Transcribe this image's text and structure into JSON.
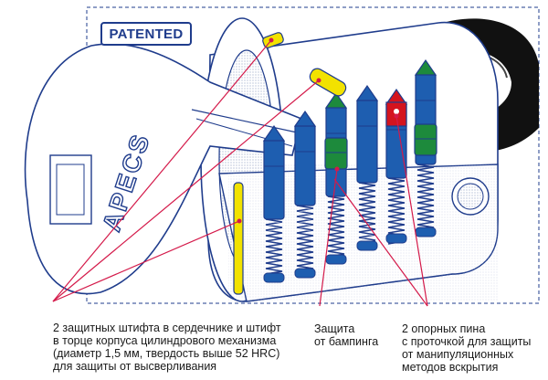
{
  "badge": "PATENTED",
  "key_brand": "APECS",
  "captions": {
    "left": [
      "2 защитных штифта в сердечнике и штифт",
      "в торце корпуса цилиндрового механизма",
      "(диаметр 1,5 мм, твердость выше 52 HRC)",
      "для защиты от высверливания"
    ],
    "middle": [
      "Защита",
      "от бампинга"
    ],
    "right": [
      "2 опорных пина",
      "с проточкой для защиты",
      "от манипуляционных",
      "методов вскрытия"
    ]
  },
  "colors": {
    "outline": "#1f3c8c",
    "pin_blue": "#1e5eb0",
    "pin_green": "#1d8a3c",
    "pin_red": "#d4141e",
    "pin_yellow": "#f2e200",
    "callout_line": "#d41a4a",
    "knob_black": "#111111"
  }
}
